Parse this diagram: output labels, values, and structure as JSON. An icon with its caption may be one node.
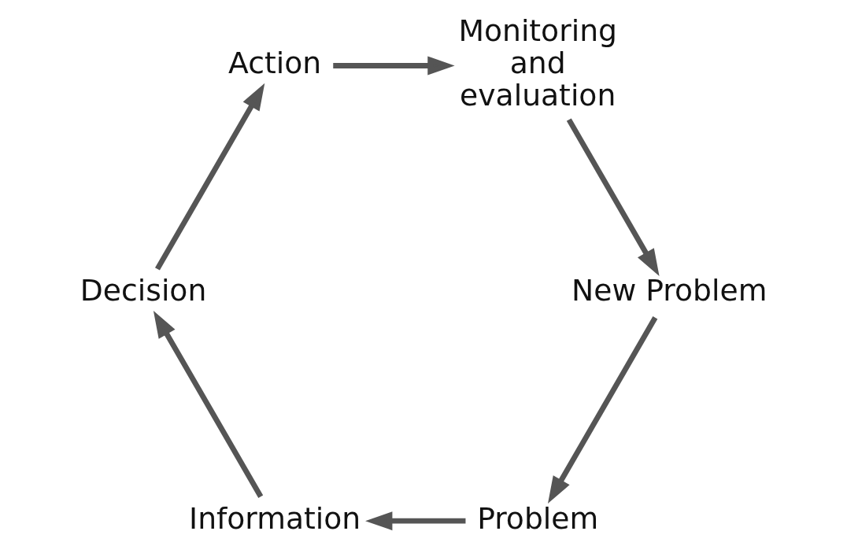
{
  "diagram": {
    "nodes": [
      {
        "text": [
          "Problem"
        ]
      },
      {
        "text": [
          "Information"
        ]
      },
      {
        "text": [
          "Decision"
        ]
      },
      {
        "text": [
          "Action"
        ]
      },
      {
        "text": [
          "Monitoring and evaluation"
        ]
      },
      {
        "text": [
          "New Problem"
        ]
      }
    ],
    "edges": [
      {
        "from": 0,
        "to": 1,
        "arrow": "to"
      },
      {
        "from": 1,
        "to": 2,
        "arrow": "to"
      },
      {
        "from": 2,
        "to": 3,
        "arrow": "to"
      },
      {
        "from": 3,
        "to": 4,
        "arrow": "to"
      },
      {
        "from": 4,
        "to": 5,
        "arrow": "to"
      },
      {
        "from": 5,
        "to": 0,
        "arrow": "to"
      }
    ]
  }
}
